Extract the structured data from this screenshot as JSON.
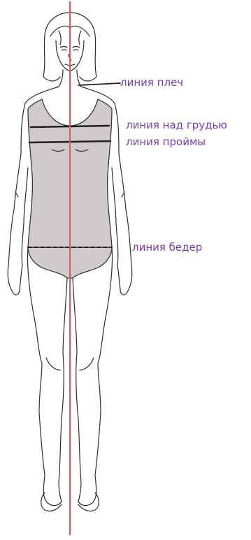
{
  "labels": {
    "shoulder_line": "линия плеч",
    "above_bust_line": "линия над грудью",
    "armhole_line": "линия проймы",
    "hip_line": "линия бедер"
  },
  "colors": {
    "label_text": "#7a3fa0",
    "center_line": "#e4585c",
    "garment_fill": "#cfcacb",
    "outline": "#2b2b2b",
    "measure_line": "#1f1f1f"
  }
}
